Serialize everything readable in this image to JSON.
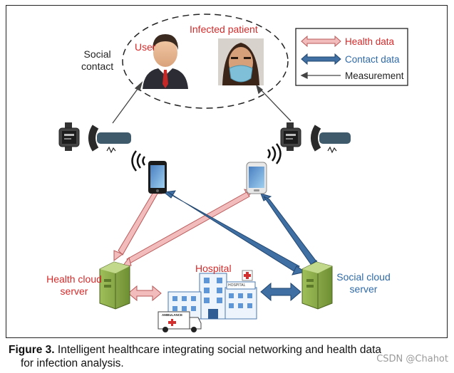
{
  "labels": {
    "social_contact_line1": "Social",
    "social_contact_line2": "contact",
    "user": "User",
    "infected_patient": "Infected patient",
    "hospital": "Hospital",
    "health_cloud_line1": "Health cloud",
    "health_cloud_line2": "server",
    "social_cloud_line1": "Social cloud",
    "social_cloud_line2": "server",
    "hospital_sign": "HOSPITAL",
    "ambulance_sign": "AMBULANCE"
  },
  "legend": {
    "health_data": "Health data",
    "contact_data": "Contact data",
    "measurement": "Measurement"
  },
  "caption": {
    "figure_number": "Figure 3.",
    "text_line1": "Intelligent healthcare integrating social networking and health data",
    "text_line2": "for infection analysis."
  },
  "watermark": "CSDN @Chahot",
  "colors": {
    "health_arrow_fill": "#f3bcbc",
    "health_arrow_stroke": "#b85a5a",
    "contact_arrow_fill": "#3f6fa3",
    "contact_arrow_stroke": "#22466e",
    "red_text": "#d42a2a",
    "blue_text": "#2f6aa8"
  },
  "icons": [
    "person-icon",
    "masked-patient-icon",
    "smartwatch-icon",
    "fitness-band-icon",
    "smartphone-icon",
    "wifi-signal-icon",
    "server-icon",
    "hospital-building-icon",
    "ambulance-icon"
  ]
}
